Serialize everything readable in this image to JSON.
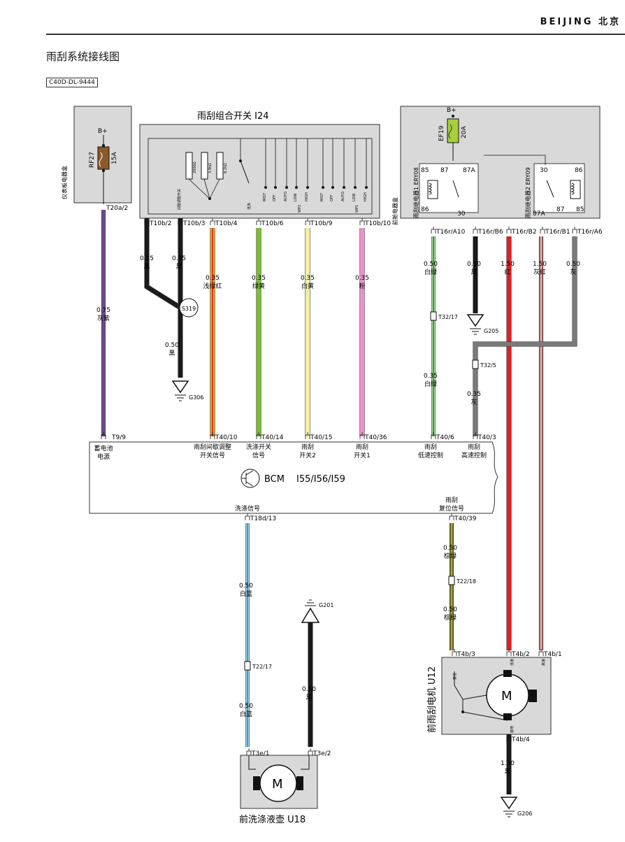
{
  "header": {
    "brand": "BEIJING 北京",
    "title": "雨刮系统接线图",
    "diagram_code": "C40D-DL-9444"
  },
  "colors": {
    "black": "#1a1a1a",
    "purple": "#6b4a8c",
    "green_red": "#e8a31d",
    "green_yellow": "#79c02c",
    "white_yellow": "#f3ef9a",
    "pink": "#f08fc9",
    "white_green": "#a9dca0",
    "red": "#e02020",
    "gray_red": "#a85a5a",
    "gray": "#7a7a7a",
    "white_blue": "#9fd3ec",
    "brown_green": "#6e6b28",
    "box_fill": "#d9d9d9",
    "fuse_ff19": "#a6cf3a",
    "fuse_rf27": "#8a5a2b"
  },
  "boxes": {
    "instrument_fuse_box": {
      "label": "仪表板电器盒",
      "fuse": "RF27",
      "rating": "15A",
      "supply": "B+",
      "pin": "T20a/2"
    },
    "switch": {
      "label": "雨刮组合开关 I24",
      "internal_resistors": [
        "2000Ω",
        "3.9kΩ",
        "8.2kΩ"
      ],
      "internal_labels": [
        "间歇调整开关",
        "WP2",
        "WP1",
        "洗涤",
        "MIST",
        "OFF",
        "AUTO",
        "LOW",
        "HIGH",
        "MIST",
        "OFF",
        "AUTO",
        "LOW",
        "HIGH"
      ]
    },
    "front_compartment": {
      "label": "前舱电器盒",
      "fuse": "EF19",
      "rating": "20A",
      "supply": "B+",
      "relay1": "雨刮继电器1 ERY08",
      "relay2": "雨刮继电器2 ERY09",
      "relay1_pins": [
        "85",
        "87",
        "87A",
        "86",
        "30"
      ],
      "relay2_pins": [
        "30",
        "86",
        "87A",
        "87",
        "85"
      ]
    },
    "bcm": {
      "label": "BCM",
      "codes": "I55/I56/I59"
    },
    "wiper_motor": {
      "label": "前雨刮电机 U12",
      "pins_top": [
        "T4b/3",
        "T4b/2",
        "T4b/1"
      ],
      "pin_bottom": "T4b/4",
      "pin_labels": [
        "复位",
        "低速",
        "高速",
        "接地"
      ],
      "motor": "M"
    },
    "washer": {
      "label": "前洗涤液壶 U18",
      "pins": [
        "T3e/1",
        "T3e/2"
      ],
      "motor": "M"
    }
  },
  "wires": [
    {
      "from": "T20a/2",
      "to": "T9/9",
      "gauge": "0.75",
      "color_name": "灰紫",
      "bcm_label": "蓄电池\n电源"
    },
    {
      "from": "T10b/2",
      "gauge": "0.35",
      "color_name": "黑"
    },
    {
      "from": "T10b/3",
      "gauge": "0.35",
      "color_name": "黑"
    },
    {
      "splice": "S319",
      "gauge": "0.50",
      "color_name": "黑",
      "ground": "G306"
    },
    {
      "from": "T10b/4",
      "to": "T40/10",
      "gauge": "0.35",
      "color_name": "浅绿红",
      "bcm_label": "雨刮间歇调整\n开关信号"
    },
    {
      "from": "T10b/6",
      "to": "T40/14",
      "gauge": "0.35",
      "color_name": "绿黄",
      "bcm_label": "洗涤开关\n信号"
    },
    {
      "from": "T10b/9",
      "to": "T40/15",
      "gauge": "0.35",
      "color_name": "白黄",
      "bcm_label": "雨刮\n开关2"
    },
    {
      "from": "T10b/10",
      "to": "T40/36",
      "gauge": "0.35",
      "color_name": "粉",
      "bcm_label": "雨刮\n开关1"
    },
    {
      "from": "T16r/A10",
      "to": "T40/6",
      "gauge": "0.50",
      "color_name": "白绿",
      "inline": "T32/17",
      "gauge2": "0.35",
      "color2": "白绿",
      "bcm_label": "雨刮\n低速控制"
    },
    {
      "from": "T16r/B6",
      "gauge": "0.50",
      "color_name": "黑",
      "ground": "G205"
    },
    {
      "from": "T16r/B2",
      "to": "T4b/2",
      "gauge": "1.50",
      "color_name": "红"
    },
    {
      "from": "T16r/B1",
      "to": "T4b/1",
      "gauge": "1.50",
      "color_name": "灰红"
    },
    {
      "from": "T16r/A6",
      "to": "T40/3",
      "gauge": "0.50",
      "color_name": "灰",
      "inline": "T32/5",
      "gauge2": "0.35",
      "color2": "灰",
      "bcm_label": "雨刮\n高速控制"
    },
    {
      "from": "T18d/13",
      "to": "T3e/1",
      "gauge": "0.50",
      "color_name": "白蓝",
      "inline": "T22/17",
      "bcm_label": "洗涤信号"
    },
    {
      "from": "T40/39",
      "to": "T4b/3",
      "gauge": "0.50",
      "color_name": "棕绿",
      "inline": "T22/18",
      "bcm_label": "雨刮\n复位信号"
    },
    {
      "from": "T3e/2",
      "gauge": "0.50",
      "color_name": "黑",
      "ground": "G201"
    },
    {
      "from": "T4b/4",
      "gauge": "1.50",
      "color_name": "黑",
      "ground": "G206"
    }
  ]
}
